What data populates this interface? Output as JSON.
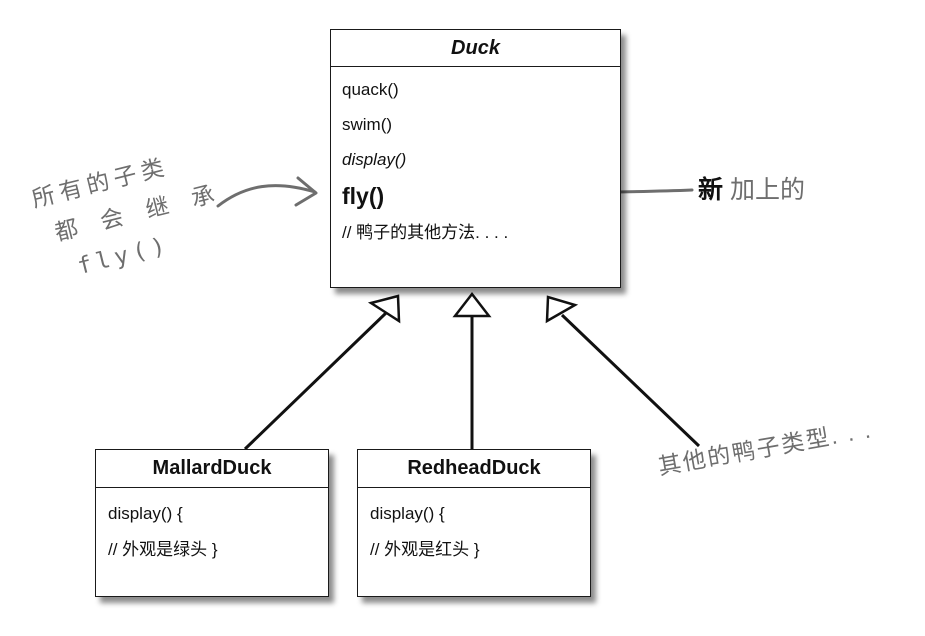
{
  "classes": {
    "duck": {
      "name": "Duck",
      "methods": [
        "quack()",
        "swim()",
        "display()",
        "fly()",
        "// 鸭子的其他方法. . . ."
      ]
    },
    "mallard": {
      "name": "MallardDuck",
      "methods": [
        "display() {",
        "//  外观是绿头 }"
      ]
    },
    "redhead": {
      "name": "RedheadDuck",
      "methods": [
        "display() {",
        "//  外观是红头 }"
      ]
    }
  },
  "annotations": {
    "inherit_lines": [
      "所有的子类",
      "都 会 继 承",
      "fly()"
    ],
    "new_word": "新",
    "new_rest": " 加上的",
    "other_types": "其他的鸭子类型. . ."
  },
  "colors": {
    "line": "#111111",
    "annotation": "#6e6e6e"
  }
}
